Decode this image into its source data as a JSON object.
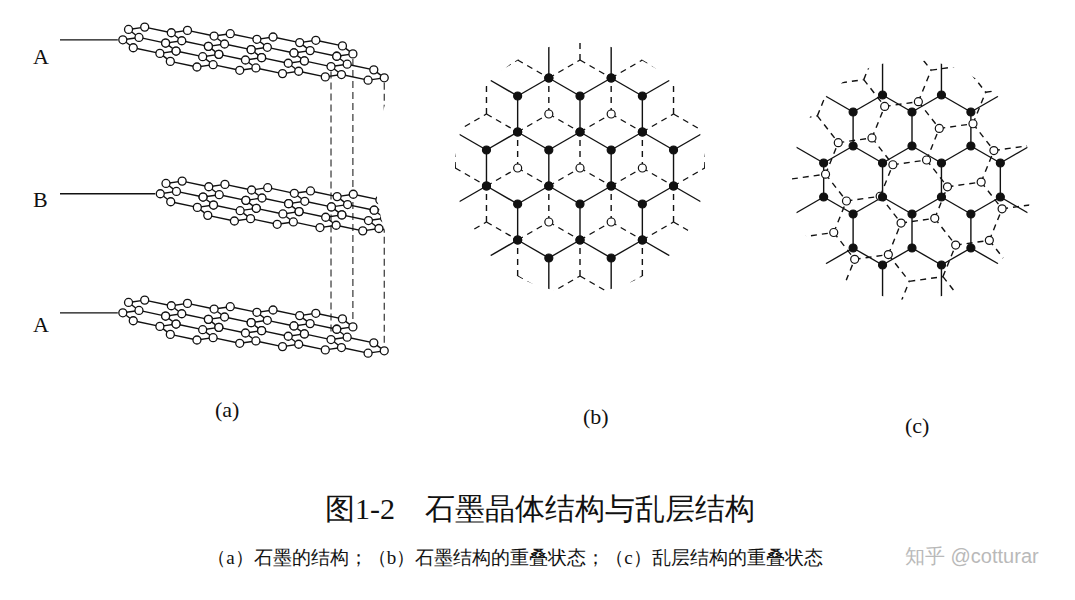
{
  "diagram": {
    "title": "图1-2　石墨晶体结构与乱层结构",
    "caption": "（a）石墨的结构；（b）石墨结构的重叠状态；（c）乱层结构的重叠状态",
    "labels": [
      "A",
      "B",
      "A",
      "(a)",
      "(b)",
      "(c)",
      "知乎 @cotturar"
    ]
  }
}
